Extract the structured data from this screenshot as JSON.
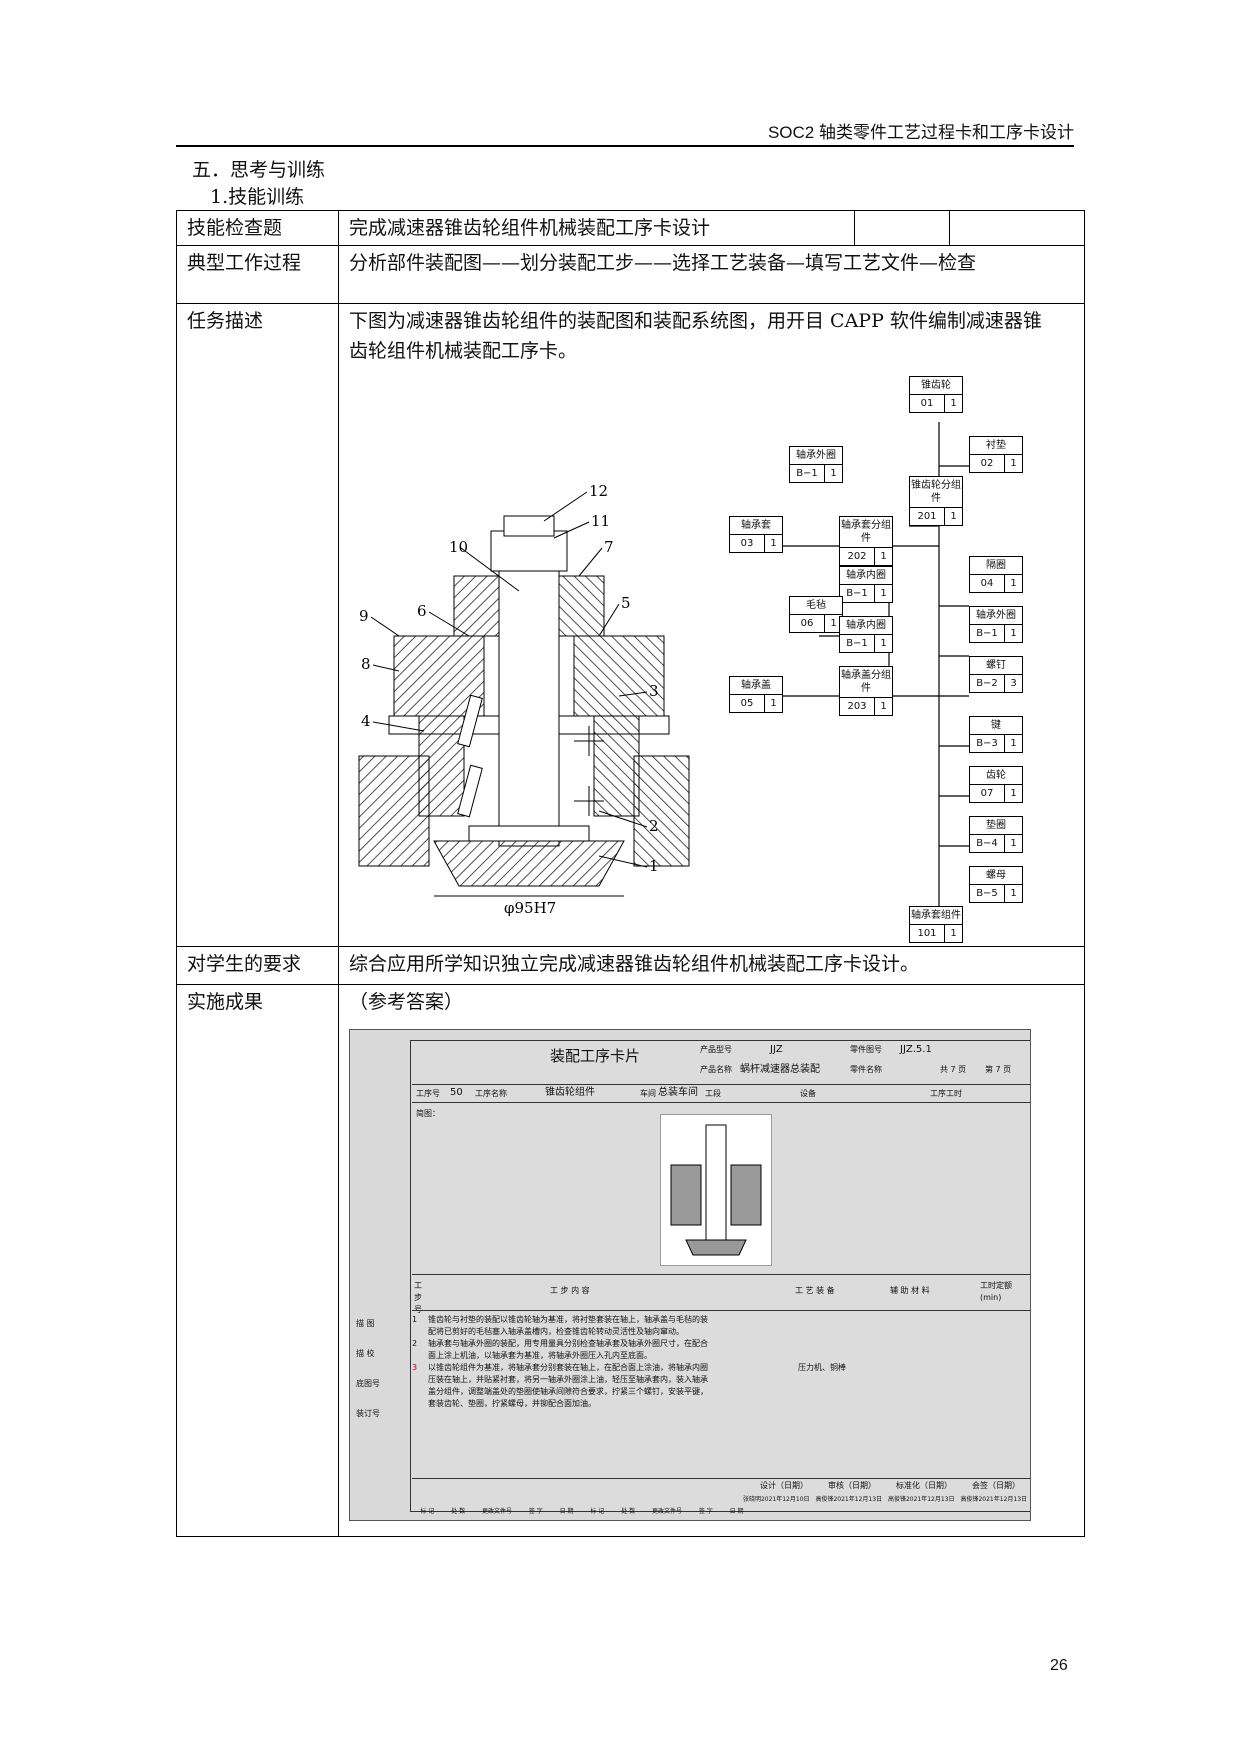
{
  "header": {
    "title": "SOC2 轴类零件工艺过程卡和工序卡设计"
  },
  "section": {
    "title": "五．思考与训练",
    "sub": "1.技能训练"
  },
  "rows": {
    "r1": {
      "label": "技能检查题",
      "value": "完成减速器锥齿轮组件机械装配工序卡设计"
    },
    "r2": {
      "label": "典型工作过程",
      "value": "分析部件装配图——划分装配工步——选择工艺装备—填写工艺文件—检查"
    },
    "r3": {
      "label": "任务描述",
      "value": "下图为减速器锥齿轮组件的装配图和装配系统图，用开目 CAPP 软件编制减速器锥齿轮组件机械装配工序卡。"
    },
    "r4": {
      "label": "对学生的要求",
      "value": "综合应用所学知识独立完成减速器锥齿轮组件机械装配工序卡设计。"
    },
    "r5": {
      "label": "实施成果",
      "value": "（参考答案）"
    }
  },
  "drawing": {
    "labels": [
      "12",
      "11",
      "10",
      "7",
      "6",
      "5",
      "9",
      "8",
      "3",
      "4",
      "2",
      "1"
    ],
    "dim": "φ95H7"
  },
  "system": {
    "boxes": [
      {
        "name": "锥齿轮",
        "code": "01",
        "qty": "1"
      },
      {
        "name": "衬垫",
        "code": "02",
        "qty": "1"
      },
      {
        "name": "锥齿轮分组件",
        "code": "201",
        "qty": "1"
      },
      {
        "name": "轴承外圈",
        "code": "B−1",
        "qty": "1"
      },
      {
        "name": "轴承套",
        "code": "03",
        "qty": "1"
      },
      {
        "name": "轴承套分组件",
        "code": "202",
        "qty": "1"
      },
      {
        "name": "隔圈",
        "code": "04",
        "qty": "1"
      },
      {
        "name": "轴承内圈",
        "code": "B−1",
        "qty": "1"
      },
      {
        "name": "轴承外圈",
        "code": "B−1",
        "qty": "1"
      },
      {
        "name": "毛毡",
        "code": "06",
        "qty": "1"
      },
      {
        "name": "轴承内圈",
        "code": "B−1",
        "qty": "1"
      },
      {
        "name": "螺钉",
        "code": "B−2",
        "qty": "3"
      },
      {
        "name": "轴承盖",
        "code": "05",
        "qty": "1"
      },
      {
        "name": "轴承盖分组件",
        "code": "203",
        "qty": "1"
      },
      {
        "name": "键",
        "code": "B−3",
        "qty": "1"
      },
      {
        "name": "齿轮",
        "code": "07",
        "qty": "1"
      },
      {
        "name": "垫圈",
        "code": "B−4",
        "qty": "1"
      },
      {
        "name": "螺母",
        "code": "B−5",
        "qty": "1"
      },
      {
        "name": "轴承套组件",
        "code": "101",
        "qty": "1"
      }
    ]
  },
  "card": {
    "title": "装配工序卡片",
    "product_code_label": "产品型号",
    "product_code": "JJZ",
    "product_name_label": "产品名称",
    "product_name": "蜗杆减速器总装配",
    "part_code_label": "零件图号",
    "part_code": "JJZ.5.1",
    "part_name_label": "零件名称",
    "total": "共 7 页",
    "page": "第 7 页",
    "op_no_label": "工序号",
    "op_no": "50",
    "op_name_label": "工序名称",
    "op_name": "锥齿轮组件",
    "workshop_label": "车间",
    "workshop": "总装车间",
    "section_label": "工段",
    "equip_label": "设备",
    "time_label": "工序工时",
    "sketch_label": "简图：",
    "col_step": "工步号",
    "col_content": "工  步  内  容",
    "col_tool": "工 艺 装 备",
    "col_aux": "辅 助 材 料",
    "col_time": "工时定额(min)",
    "side": [
      "描 图",
      "描 校",
      "底图号",
      "装订号"
    ],
    "steps": [
      {
        "no": "1",
        "text": "锥齿轮与衬垫的装配以锥齿轮轴为基准，将衬垫套装在轴上，轴承盖与毛毡的装",
        "text2": "配将已剪好的毛毡塞入轴承盖槽内，检查锥齿轮转动灵活性及轴向窜动。",
        "tool": ""
      },
      {
        "no": "2",
        "text": "轴承套与轴承外圈的装配，用专用量具分别检查轴承套及轴承外圈尺寸，在配合",
        "text2": "面上涂上机油，以轴承套为基准，将轴承外圈压入孔内至底面。",
        "tool": ""
      },
      {
        "no": "3",
        "text": "以锥齿轮组件为基准，将轴承套分别套装在轴上，在配合面上涂油，将轴承内圈",
        "text2": "压装在轴上，并贴紧衬套，将另一轴承外圈涂上油，轻压至轴承套内，装入轴承",
        "text3": "盖分组件，调整端盖处的垫圈使轴承间隙符合要求，拧紧三个螺钉，安装平键，",
        "text4": "套装齿轮、垫圈，拧紧螺母，并铆配合面加油。",
        "tool": "压力机、铜棒"
      }
    ],
    "sign": [
      "设计（日期）",
      "审核（日期）",
      "标准化（日期）",
      "会签（日期）"
    ],
    "sign_vals": [
      "张晓明2021年12月10日",
      "高俊锋2021年12月13日",
      "高俊锋2021年12月13日",
      "高俊锋2021年12月13日"
    ],
    "revise": [
      "标 记",
      "处 数",
      "更改文件号",
      "签 字",
      "日 期",
      "标 记",
      "处 数",
      "更改文件号",
      "签 字",
      "日 期"
    ]
  },
  "page": {
    "number": "26"
  }
}
